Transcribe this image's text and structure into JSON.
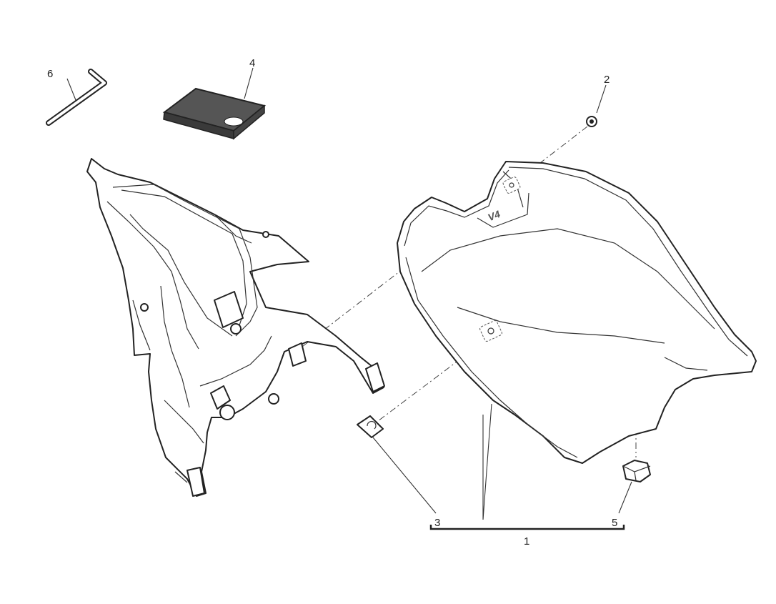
{
  "callouts": {
    "c1": "1",
    "c2": "2",
    "c3": "3",
    "c4": "4",
    "c5": "5",
    "c6": "6"
  },
  "seat_logo": "V4",
  "colors": {
    "line": "#222222",
    "pad_fill": "#555555",
    "background": "#ffffff"
  }
}
